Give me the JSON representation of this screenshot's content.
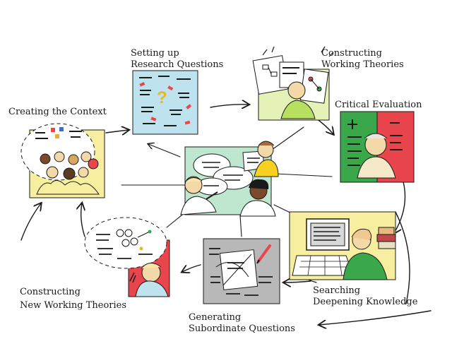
{
  "stages": {
    "context": {
      "lines": [
        "Creating the Context"
      ]
    },
    "research": {
      "lines": [
        "Setting up",
        "Research Questions"
      ]
    },
    "theories": {
      "lines": [
        "Constructing",
        "Working Theories"
      ]
    },
    "critical": {
      "lines": [
        "Critical Evaluation"
      ]
    },
    "searching": {
      "lines": [
        "Searching",
        "Deepening Knowledge"
      ]
    },
    "subordinate": {
      "lines": [
        "Generating",
        "Subordinate Questions"
      ]
    },
    "newtheories": {
      "lines": [
        "Constructing",
        "New Working Theories"
      ]
    }
  },
  "colors": {
    "panel_yellow": "#f7eea0",
    "panel_blue": "#bfe3ee",
    "panel_green_light": "#e4f2b8",
    "panel_mint": "#bfe6cf",
    "critical_green": "#3aa84a",
    "critical_red": "#e8464c",
    "panel_gray": "#b8b8b8",
    "speech_orange": "#f08a5d",
    "skin": "#f4d9a8",
    "ink": "#1a1a1a"
  }
}
